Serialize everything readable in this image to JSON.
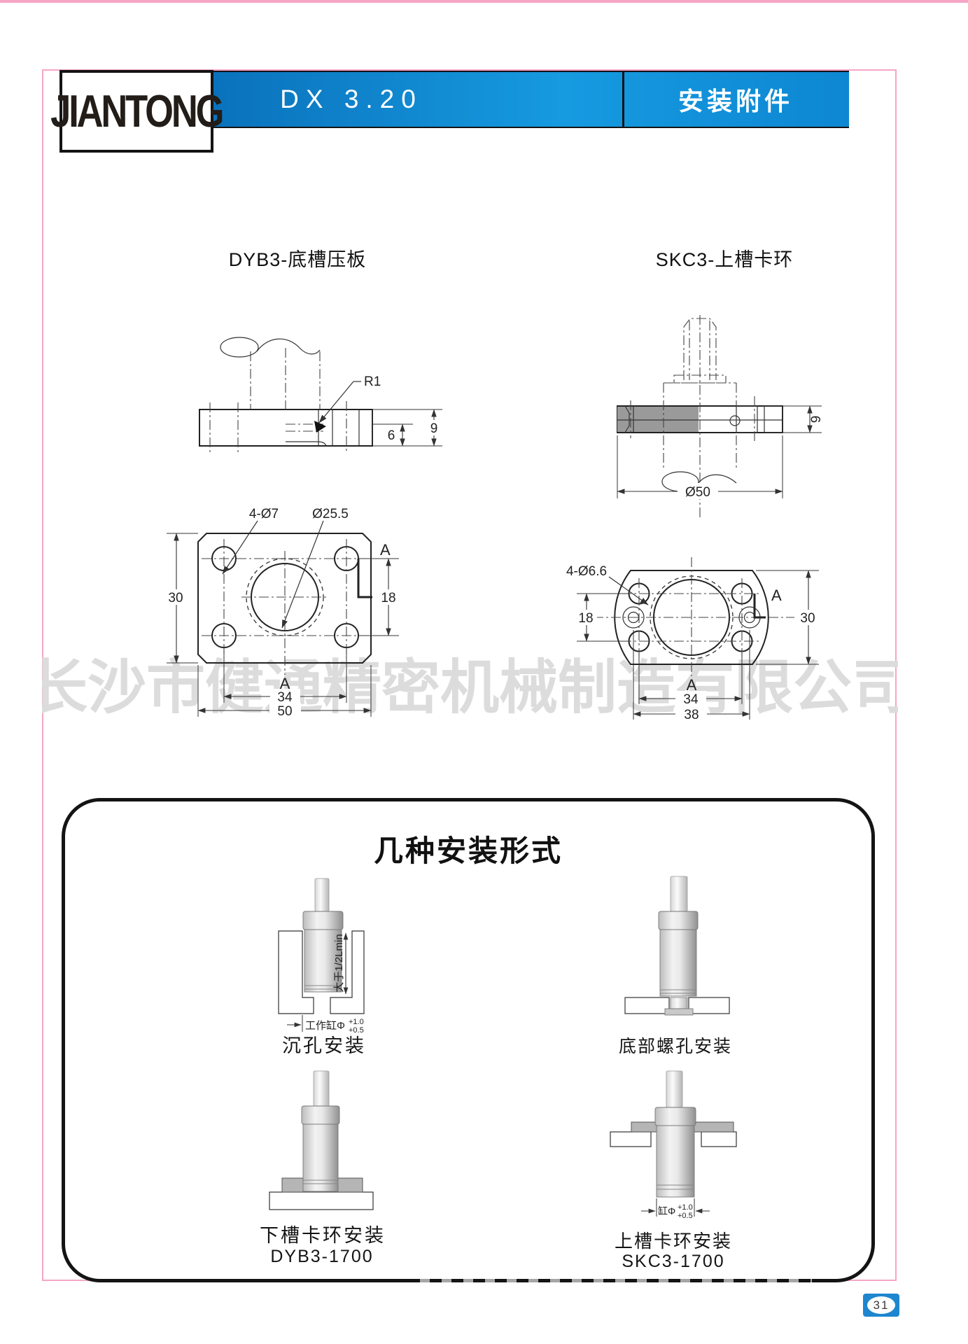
{
  "header": {
    "logo": "JIANTONG",
    "model": "DX 3.20",
    "section": "安装附件"
  },
  "watermark": "长沙市健通精密机械制造有限公司",
  "left_drawing": {
    "title": "DYB3-底槽压板",
    "fillet": "R1",
    "depth": "6",
    "thickness": "9",
    "holes": "4-Ø7",
    "bore": "Ø25.5",
    "section_label": "A",
    "height": "30",
    "hole_spacing_v": "18",
    "hole_spacing_h": "34",
    "width": "50"
  },
  "right_drawing": {
    "title": "SKC3-上槽卡环",
    "thickness": "9",
    "outer_dia": "Ø50",
    "holes": "4-Ø6.6",
    "section_label": "A",
    "hole_spacing_v": "18",
    "height": "30",
    "hole_spacing_h": "34",
    "ring_dia": "38"
  },
  "mounting": {
    "title": "几种安装形式",
    "fig1": {
      "caption": "沉孔安装",
      "depth_note": "大于1/2Lmin",
      "bore_note": "工作缸Φ",
      "tol_upper": "+1.0",
      "tol_lower": "+0.5"
    },
    "fig2": {
      "caption": "底部螺孔安装"
    },
    "fig3": {
      "caption": "下槽卡环安装",
      "model": "DYB3-1700"
    },
    "fig4": {
      "caption": "上槽卡环安装",
      "model": "SKC3-1700",
      "bore_note": "缸Φ",
      "tol_upper": "+1.0",
      "tol_lower": "+0.5"
    }
  },
  "page_number": "31"
}
